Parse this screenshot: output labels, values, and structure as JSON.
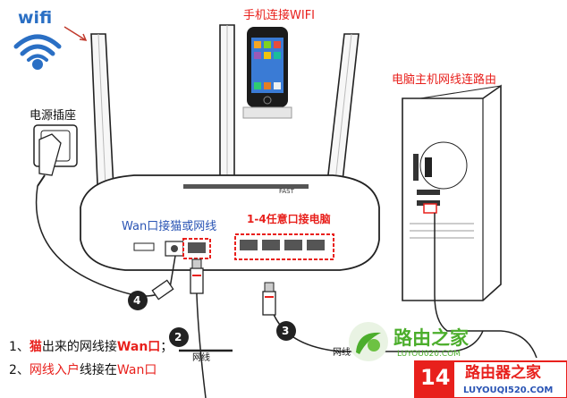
{
  "wifi_logo": {
    "text": "wifi",
    "color": "#2a6fc4"
  },
  "labels": {
    "phone": "手机连接WIFI",
    "pc": "电脑主机网线连路由",
    "power": "电源插座",
    "wan_port": "Wan口接猫或网线",
    "lan_ports": "1-4任意口接电脑",
    "cable_tag_left": "网线",
    "cable_tag_right": "网线"
  },
  "callouts": [
    "4",
    "2",
    "3"
  ],
  "instructions": [
    {
      "prefix": "1、",
      "highlight": "猫",
      "middle": "出来的网线接",
      "end_highlight": "Wan口",
      "suffix": "；"
    },
    {
      "prefix": "2、",
      "highlight": "网线入户",
      "middle": "线接在",
      "end_highlight": "Wan口",
      "suffix": ""
    }
  ],
  "watermark": {
    "name": "路由之家",
    "url": "LUYOU020.COM",
    "badge_number": "14",
    "badge_text": "路由器之家",
    "badge_url": "LUYOUQI520.COM"
  },
  "colors": {
    "red": "#e8201c",
    "blue": "#2a54b4",
    "green": "#4cae2c"
  }
}
